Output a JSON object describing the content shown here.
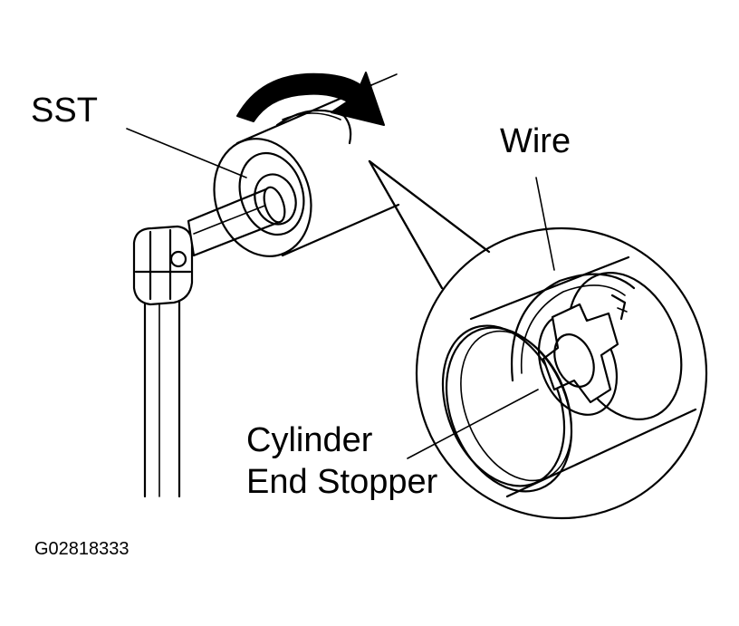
{
  "labels": {
    "sst": "SST",
    "wire": "Wire",
    "cylinder_line1": "Cylinder",
    "cylinder_line2": "End Stopper"
  },
  "figure_code": "G02818333",
  "icons": {
    "rotation": "curved-arrow-clockwise-icon"
  },
  "colors": {
    "ink": "#000000",
    "paper": "#ffffff"
  }
}
